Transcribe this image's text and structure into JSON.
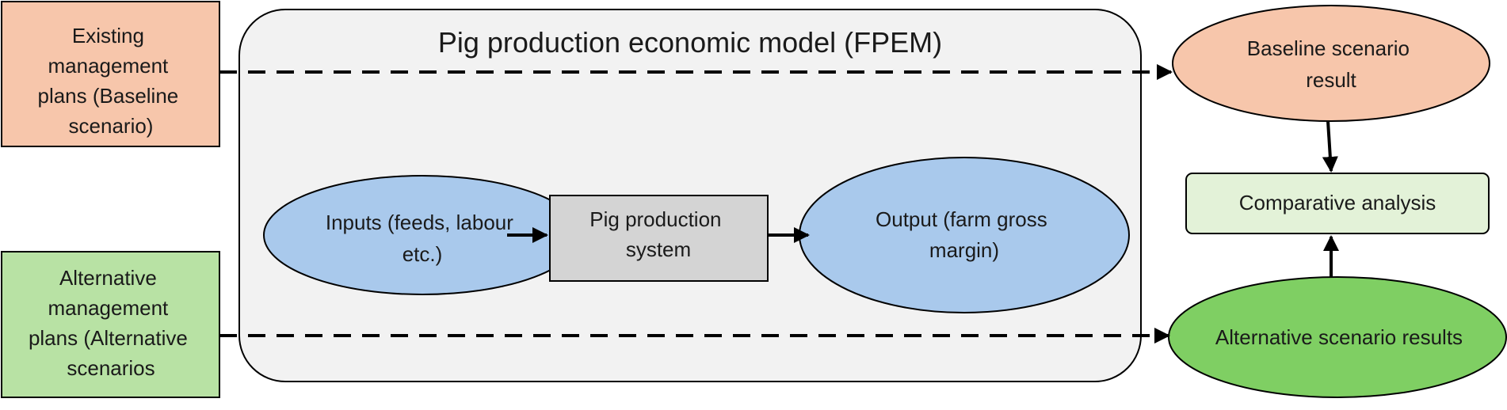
{
  "title": "Pig production economic model (FPEM)",
  "colors": {
    "baseline_fill": "#f7c6ab",
    "alternative_fill": "#b8e2a4",
    "alternative_result_fill": "#7fcf63",
    "inner_node_fill": "#a9c9ec",
    "process_fill": "#d4d4d4",
    "analysis_fill": "#e3f2d8",
    "model_fill": "#f2f2f2",
    "stroke": "#000000"
  },
  "nodes": {
    "existing_plans": [
      "Existing",
      "management",
      "plans (Baseline",
      "scenario)"
    ],
    "alternative_plans": [
      "Alternative",
      "management",
      "plans (Alternative",
      "scenarios"
    ],
    "inputs": [
      "Inputs (feeds, labour",
      "etc.)"
    ],
    "process": [
      "Pig production",
      "system"
    ],
    "output": [
      "Output (farm gross",
      "margin)"
    ],
    "baseline_result": [
      "Baseline scenario",
      "result"
    ],
    "comparative_analysis": [
      "Comparative analysis"
    ],
    "alternative_result": [
      "Alternative scenario results"
    ]
  }
}
